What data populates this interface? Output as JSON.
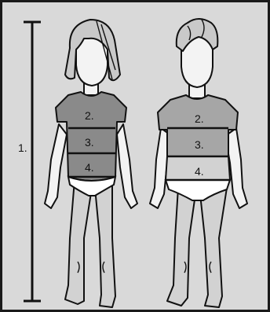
{
  "diagram": {
    "height_label": "1.",
    "girl": {
      "chest_label": "2.",
      "waist_label": "3.",
      "hip_label": "4."
    },
    "boy": {
      "chest_label": "2.",
      "waist_label": "3.",
      "hip_label": "4."
    }
  }
}
